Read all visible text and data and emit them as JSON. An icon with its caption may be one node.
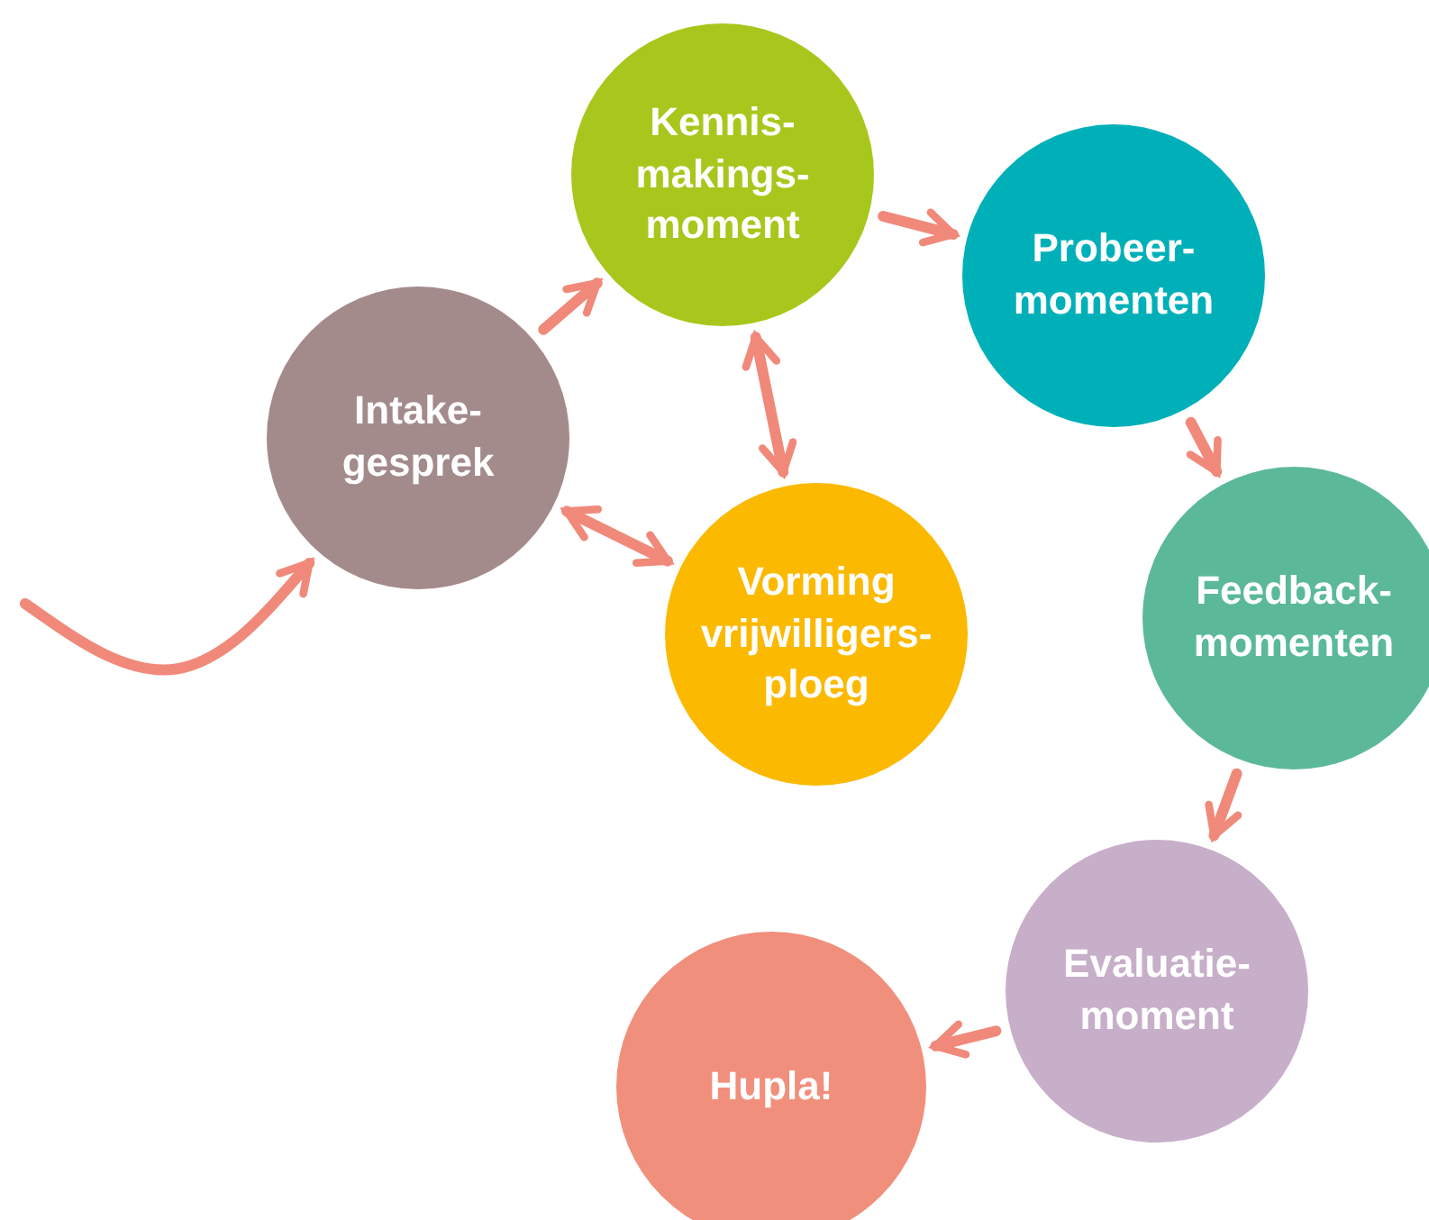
{
  "diagram": {
    "nodes": [
      {
        "text": [
          "Kennis- makings- moment"
        ]
      },
      {
        "text": [
          "Probeer- momenten"
        ]
      },
      {
        "text": [
          "Intake- gesprek"
        ]
      },
      {
        "text": [
          "Vorming vrijwilligers- ploeg"
        ]
      },
      {
        "text": [
          "Feedback- momenten"
        ]
      },
      {
        "text": [
          "Evaluatie- moment"
        ]
      },
      {
        "text": [
          "Hupla!"
        ]
      }
    ],
    "edges": [
      {
        "from": null,
        "to": 2,
        "arrow": "to"
      },
      {
        "from": 2,
        "to": 0,
        "arrow": "to"
      },
      {
        "from": 0,
        "to": 1,
        "arrow": "to"
      },
      {
        "from": 1,
        "to": 4,
        "arrow": "to"
      },
      {
        "from": 4,
        "to": 5,
        "arrow": "to"
      },
      {
        "from": 5,
        "to": 6,
        "arrow": "to"
      },
      {
        "from": 0,
        "to": 3,
        "arrow": "both"
      },
      {
        "from": 2,
        "to": 3,
        "arrow": "both"
      }
    ]
  }
}
